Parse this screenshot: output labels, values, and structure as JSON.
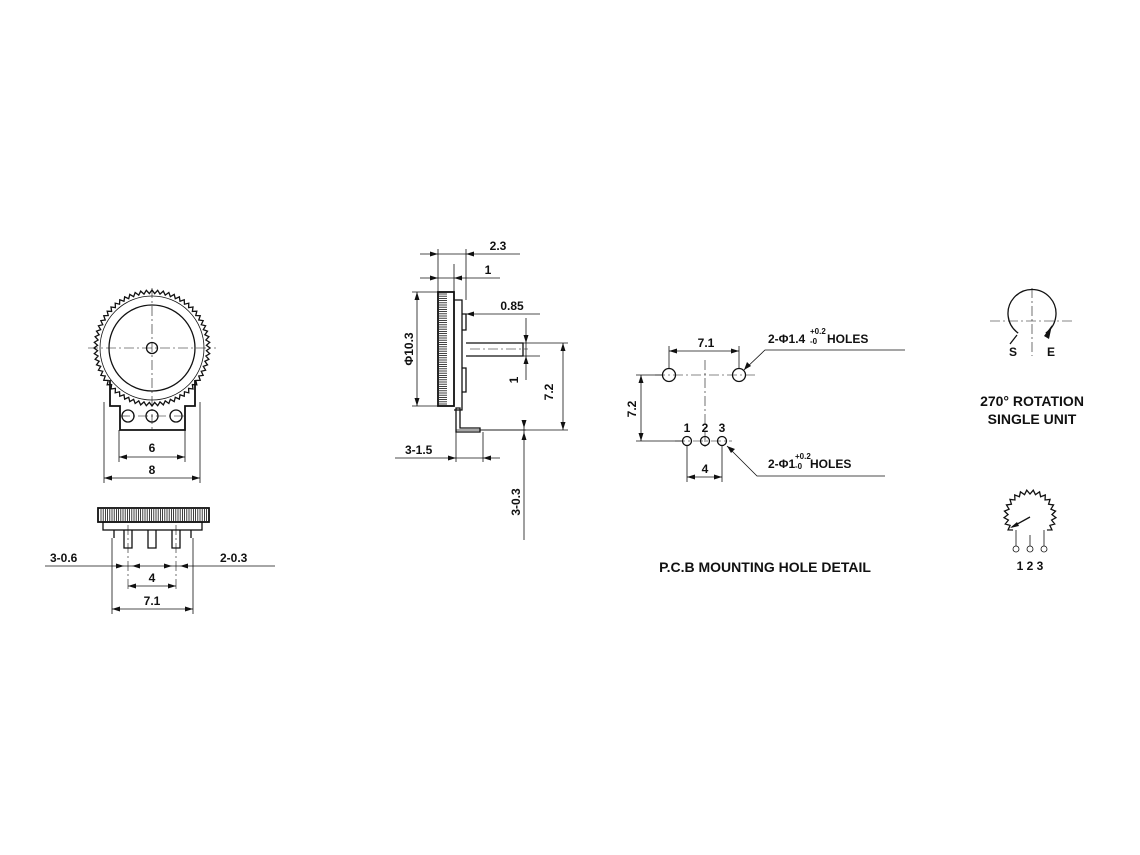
{
  "front_view": {
    "dim_pitch": "6",
    "dim_width": "8"
  },
  "bottom_view": {
    "dim_pin_left": "3-0.6",
    "dim_pin_right": "2-0.3",
    "dim_pin_pitch": "4",
    "dim_overall": "7.1"
  },
  "side_view": {
    "dim_thickness": "2.3",
    "dim_flange": "1",
    "dim_step": "0.85",
    "dim_diameter": "Φ10.3",
    "dim_shaft": "1",
    "dim_height": "7.2",
    "dim_pin_width": "3-1.5",
    "dim_pin_thick": "3-0.3"
  },
  "pcb_detail": {
    "dim_mount_spacing": "7.1",
    "dim_vertical": "7.2",
    "mount_holes_label_prefix": "2-Φ1.4",
    "mount_holes_tol_plus": "+0.2",
    "mount_holes_tol_minus": "-0",
    "mount_holes_label_suffix": "HOLES",
    "pin_holes_label_prefix": "2-Φ1",
    "pin_holes_tol_plus": "+0.2",
    "pin_holes_tol_minus": "-0",
    "pin_holes_label_suffix": "HOLES",
    "pin_label_1": "1",
    "pin_label_2": "2",
    "pin_label_3": "3",
    "dim_pin_pitch": "4",
    "caption": "P.C.B MOUNTING HOLE DETAIL"
  },
  "rotation": {
    "label_start": "S",
    "label_end": "E",
    "caption_line1": "270° ROTATION",
    "caption_line2": "SINGLE UNIT"
  },
  "schematic": {
    "terminals": "1 2 3"
  }
}
